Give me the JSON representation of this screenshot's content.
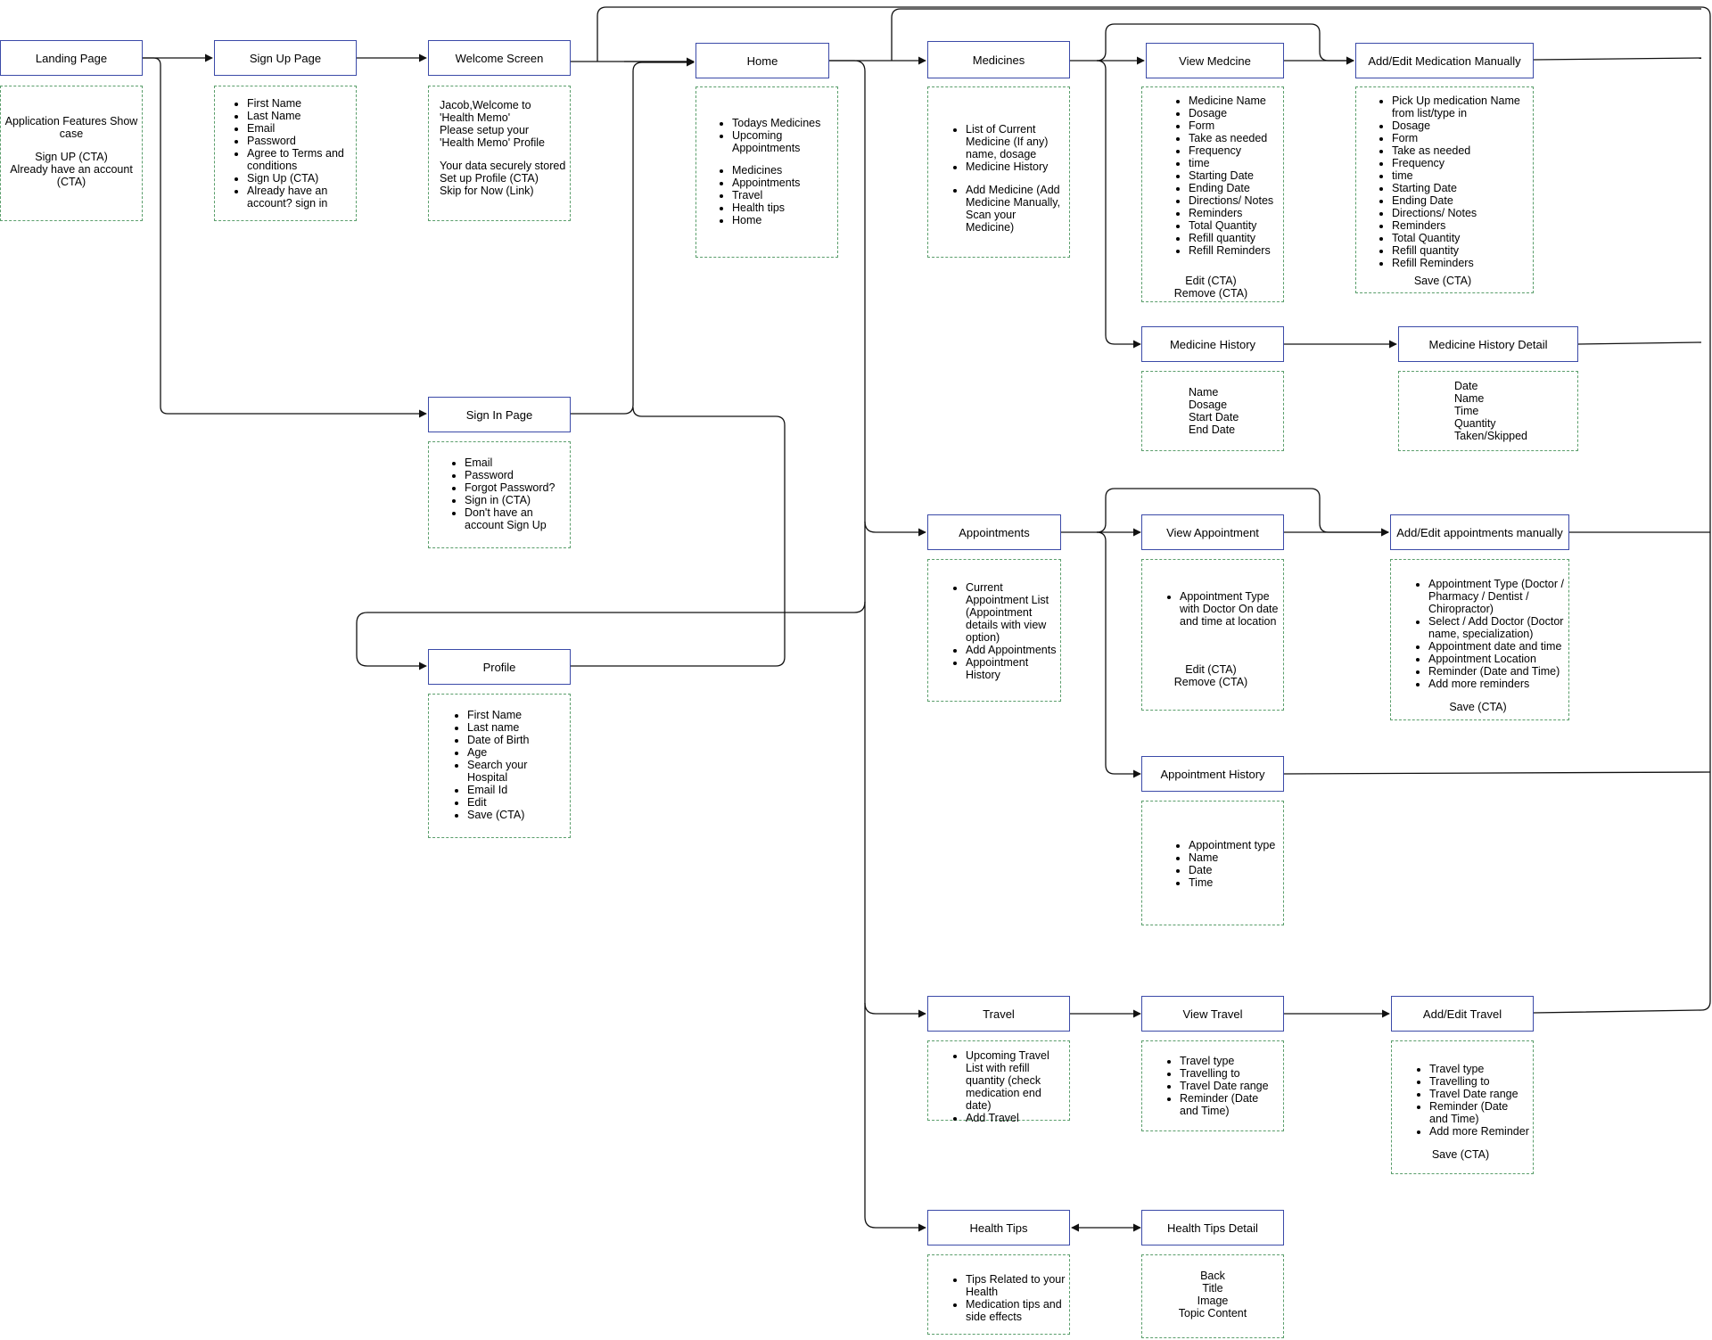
{
  "nodes": {
    "landing": {
      "title": "Landing Page",
      "lines_top": [
        "Application Features Show case"
      ],
      "lines_bottom": [
        "Sign UP (CTA)",
        "Already have an account (CTA)"
      ]
    },
    "signup": {
      "title": "Sign Up Page",
      "items": [
        "First Name",
        "Last Name",
        "Email",
        "Password",
        "Agree to Terms and conditions",
        "Sign Up (CTA)",
        "Already have an account? sign in"
      ]
    },
    "welcome": {
      "title": "Welcome Screen",
      "lines_top": [
        "Jacob,Welcome to",
        "'Health Memo'",
        "Please setup your",
        "'Health Memo' Profile"
      ],
      "lines_bottom": [
        "Your data securely stored",
        "Set up Profile (CTA)",
        "Skip for Now (Link)"
      ]
    },
    "home": {
      "title": "Home",
      "items_a": [
        "Todays Medicines",
        "Upcoming Appointments"
      ],
      "items_b": [
        "Medicines",
        "Appointments",
        "Travel",
        "Health tips",
        "Home"
      ]
    },
    "signin": {
      "title": "Sign In Page",
      "items": [
        "Email",
        "Password",
        "Forgot Password?",
        "Sign in (CTA)",
        "Don't have an account Sign Up"
      ]
    },
    "profile": {
      "title": "Profile",
      "items": [
        "First Name",
        "Last name",
        "Date of Birth",
        "Age",
        "Search your Hospital",
        "Email Id",
        "Edit",
        "Save (CTA)"
      ]
    },
    "medicines": {
      "title": "Medicines",
      "items_a": [
        "List of Current Medicine (If any) name, dosage",
        "Medicine History"
      ],
      "items_b": [
        "Add Medicine (Add Medicine Manually, Scan your Medicine)"
      ]
    },
    "view_medicine": {
      "title": "View Medcine",
      "items": [
        "Medicine Name",
        "Dosage",
        "Form",
        "Take as needed",
        "Frequency",
        "time",
        "Starting Date",
        "Ending Date",
        "Directions/ Notes",
        "Reminders",
        "Total Quantity",
        "Refill quantity",
        "Refill Reminders"
      ],
      "footer": [
        "Edit (CTA)",
        "Remove (CTA)"
      ]
    },
    "add_medication": {
      "title": "Add/Edit Medication Manually",
      "items": [
        "Pick Up medication Name from list/type in",
        "Dosage",
        "Form",
        "Take as needed",
        "Frequency",
        "time",
        "Starting Date",
        "Ending Date",
        "Directions/ Notes",
        "Reminders",
        "Total Quantity",
        "Refill quantity",
        "Refill Reminders"
      ],
      "footer": [
        "Save (CTA)"
      ]
    },
    "medicine_history": {
      "title": "Medicine History",
      "lines": [
        "Name",
        "Dosage",
        "Start Date",
        "End Date"
      ]
    },
    "medicine_history_detail": {
      "title": "Medicine History Detail",
      "lines": [
        "Date",
        "Name",
        "Time",
        "Quantity",
        "Taken/Skipped"
      ]
    },
    "appointments": {
      "title": "Appointments",
      "items": [
        "Current Appointment List (Appointment details with view option)",
        "Add Appointments",
        "Appointment History"
      ]
    },
    "view_appointment": {
      "title": "View Appointment",
      "items": [
        "Appointment Type with Doctor On date and time at location"
      ],
      "footer": [
        "Edit (CTA)",
        "Remove (CTA)"
      ]
    },
    "add_appointments": {
      "title": "Add/Edit appointments manually",
      "items": [
        "Appointment Type (Doctor / Pharmacy / Dentist / Chiropractor)",
        "Select / Add Doctor (Doctor name, specialization)",
        "Appointment date and time",
        "Appointment Location",
        "Reminder (Date and Time)",
        "Add more reminders"
      ],
      "footer": [
        "Save (CTA)"
      ]
    },
    "appointment_history": {
      "title": "Appointment History",
      "items": [
        "Appointment type",
        "Name",
        "Date",
        "Time"
      ]
    },
    "travel": {
      "title": "Travel",
      "items": [
        "Upcoming Travel List with refill quantity (check medication end date)",
        "Add Travel"
      ]
    },
    "view_travel": {
      "title": "View Travel",
      "items": [
        "Travel type",
        "Travelling to",
        "Travel Date range",
        "Reminder (Date and Time)"
      ]
    },
    "add_travel": {
      "title": "Add/Edit Travel",
      "items": [
        "Travel type",
        "Travelling to",
        "Travel Date range",
        "Reminder (Date and Time)",
        "Add more Reminder"
      ],
      "footer": [
        "Save (CTA)"
      ]
    },
    "health_tips": {
      "title": "Health Tips",
      "items": [
        "Tips Related to your Health",
        "Medication tips and side effects"
      ]
    },
    "health_tips_detail": {
      "title": "Health Tips Detail",
      "lines": [
        "Back",
        "Title",
        "Image",
        "Topic Content"
      ]
    }
  },
  "colors": {
    "header_border": "#3b4aa8",
    "body_border": "#5a9e6b",
    "connector": "#111111"
  }
}
